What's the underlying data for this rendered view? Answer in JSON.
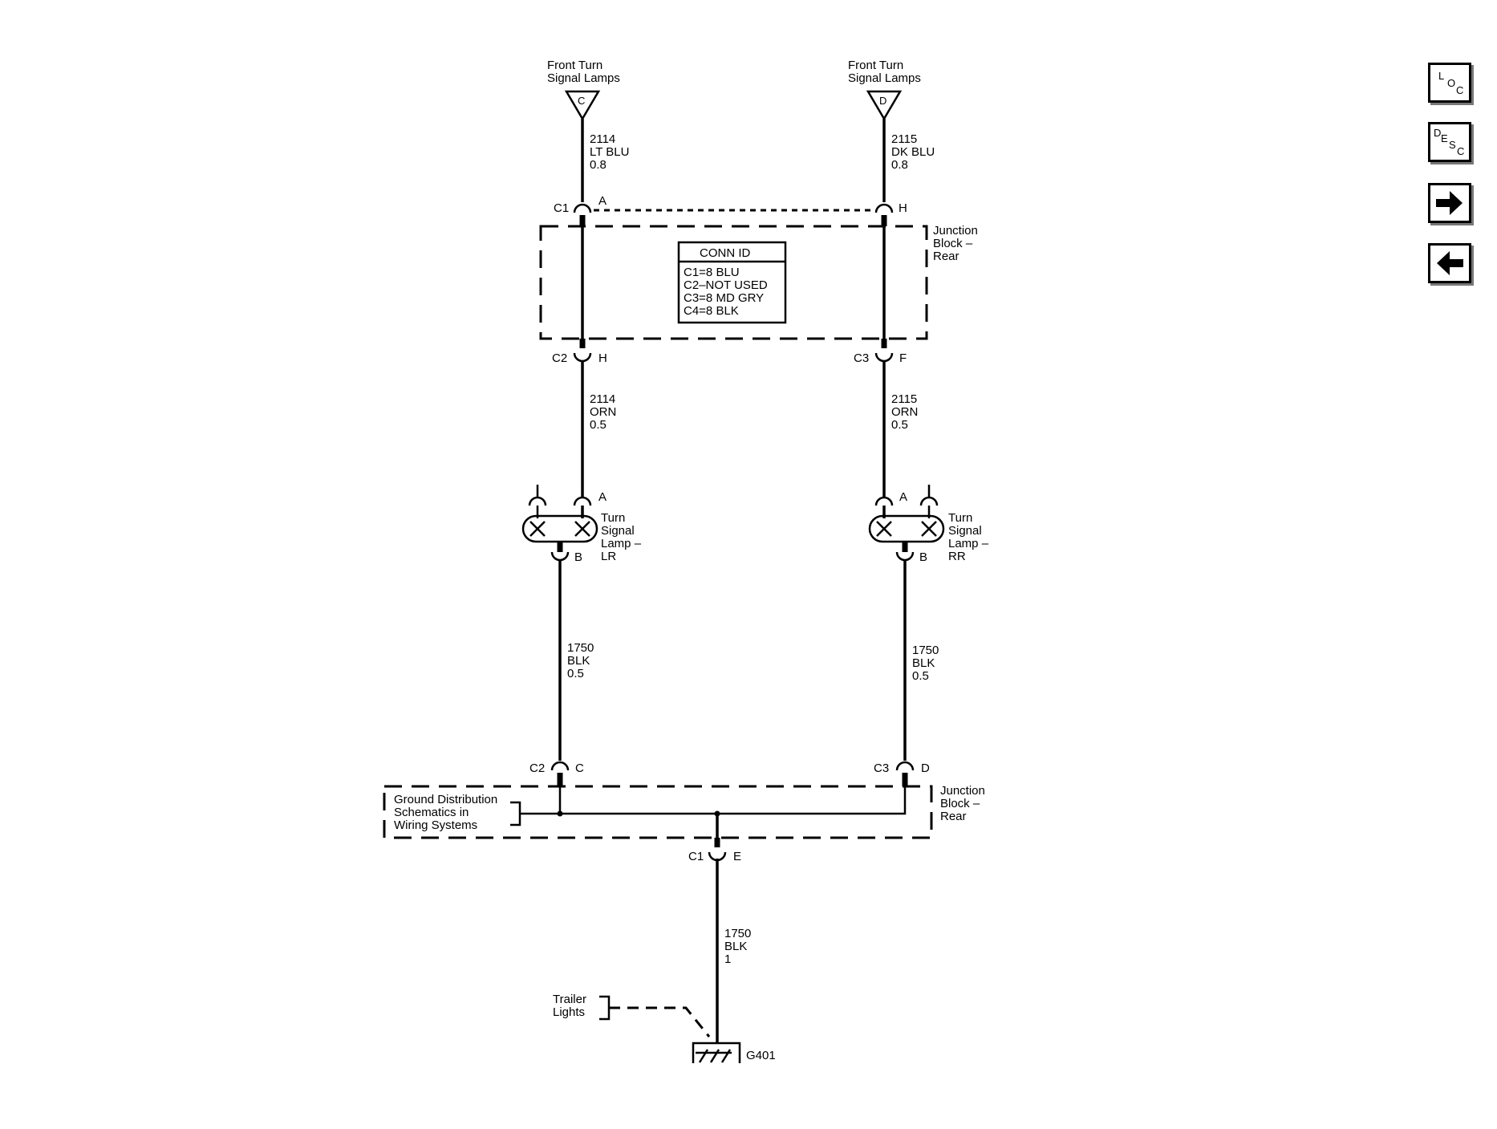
{
  "lamps_top": {
    "left": {
      "title_line1": "Front Turn",
      "title_line2": "Signal Lamps",
      "letter": "C"
    },
    "right": {
      "title_line1": "Front Turn",
      "title_line2": "Signal Lamps",
      "letter": "D"
    }
  },
  "wires": {
    "w2114_top": [
      "2114",
      "LT BLU",
      "0.8"
    ],
    "w2115_top": [
      "2115",
      "DK BLU",
      "0.8"
    ],
    "w2114_mid": [
      "2114",
      "ORN",
      "0.5"
    ],
    "w2115_mid": [
      "2115",
      "ORN",
      "0.5"
    ],
    "w1750_left": [
      "1750",
      "BLK",
      "0.5"
    ],
    "w1750_right": [
      "1750",
      "BLK",
      "0.5"
    ],
    "w1750_bottom": [
      "1750",
      "BLK",
      "1"
    ]
  },
  "connectors": {
    "c1_a": {
      "conn": "C1",
      "pin": "A"
    },
    "c1_h": {
      "pin": "H"
    },
    "c2_h": {
      "conn": "C2",
      "pin": "H"
    },
    "c3_f": {
      "conn": "C3",
      "pin": "F"
    },
    "lr_a": {
      "pin": "A"
    },
    "lr_b": {
      "pin": "B"
    },
    "rr_a": {
      "pin": "A"
    },
    "rr_b": {
      "pin": "B"
    },
    "c2_c": {
      "conn": "C2",
      "pin": "C"
    },
    "c3_d": {
      "conn": "C3",
      "pin": "D"
    },
    "c1_e": {
      "conn": "C1",
      "pin": "E"
    }
  },
  "junction_block_top": [
    "Junction",
    "Block –",
    "Rear"
  ],
  "junction_block_bottom": [
    "Junction",
    "Block –",
    "Rear"
  ],
  "conn_id": {
    "title": "CONN ID",
    "rows": [
      "C1=8 BLU",
      "C2–NOT USED",
      "C3=8 MD GRY",
      "C4=8 BLK"
    ]
  },
  "lamp_lr": [
    "Turn",
    "Signal",
    "Lamp –",
    "LR"
  ],
  "lamp_rr": [
    "Turn",
    "Signal",
    "Lamp –",
    "RR"
  ],
  "ground_ref": [
    "Ground Distribution",
    "Schematics in",
    "Wiring Systems"
  ],
  "trailer_ref": [
    "Trailer",
    "Lights"
  ],
  "ground_label": "G401",
  "nav_buttons": {
    "loc": {
      "letters": [
        "L",
        "O",
        "C"
      ],
      "icon": "loc-icon"
    },
    "desc": {
      "letters": [
        "D",
        "E",
        "S",
        "C"
      ],
      "icon": "desc-icon"
    },
    "next": {
      "icon": "arrow-right-icon"
    },
    "prev": {
      "icon": "arrow-left-icon"
    }
  }
}
